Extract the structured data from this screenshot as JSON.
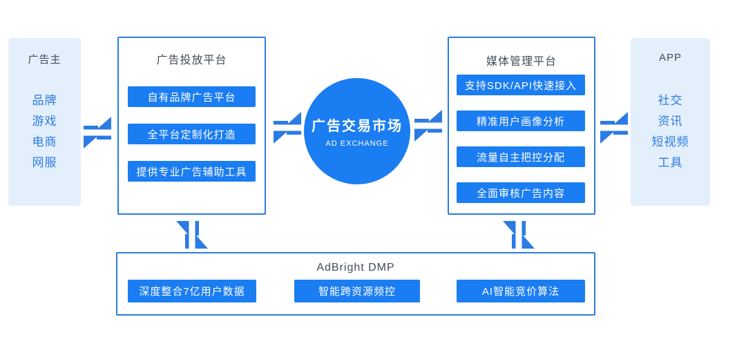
{
  "palette": {
    "primary_blue": "#1B7DF2",
    "arrow_blue": "#2B7BE4",
    "panel_bg": "#E4EFFC",
    "border_blue": "#2B7BE4",
    "title_text": "#414B57",
    "item_text_blue": "#2B7BE4"
  },
  "advertiser_panel": {
    "title": "广告主",
    "items": [
      "品牌",
      "游戏",
      "电商",
      "网服"
    ]
  },
  "ad_platform_box": {
    "title": "广告投放平台",
    "buttons": [
      "自有品牌广告平台",
      "全平台定制化打造",
      "提供专业广告辅助工具"
    ]
  },
  "exchange_circle": {
    "title": "广告交易市场",
    "subtitle": "AD EXCHANGE"
  },
  "media_platform_box": {
    "title": "媒体管理平台",
    "buttons": [
      "支持SDK/API快速接入",
      "精准用户画像分析",
      "流量自主把控分配",
      "全面审核广告内容"
    ]
  },
  "app_panel": {
    "title": "APP",
    "items": [
      "社交",
      "资讯",
      "短视频",
      "工具"
    ]
  },
  "dmp_box": {
    "title": "AdBright DMP",
    "buttons": [
      "深度整合7亿用户数据",
      "智能跨资源频控",
      "AI智能竞价算法"
    ]
  },
  "icons": {
    "horizontal_exchange": "swap-horizontal-icon",
    "vertical_exchange": "swap-vertical-icon"
  }
}
